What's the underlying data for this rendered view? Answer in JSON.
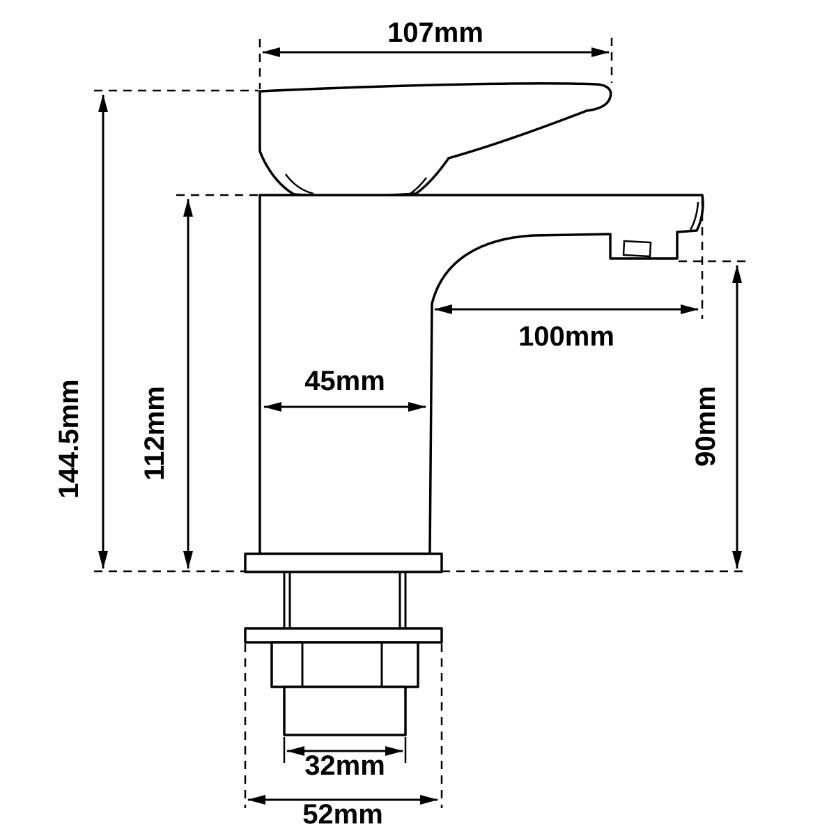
{
  "drawing": {
    "colors": {
      "line": "#000000",
      "background": "#ffffff"
    },
    "dimensions": {
      "handle_length": "107mm",
      "overall_height": "144.5mm",
      "body_height": "112mm",
      "body_width": "45mm",
      "spout_reach": "100mm",
      "spout_height": "90mm",
      "shank_width": "32mm",
      "base_width": "52mm"
    }
  }
}
